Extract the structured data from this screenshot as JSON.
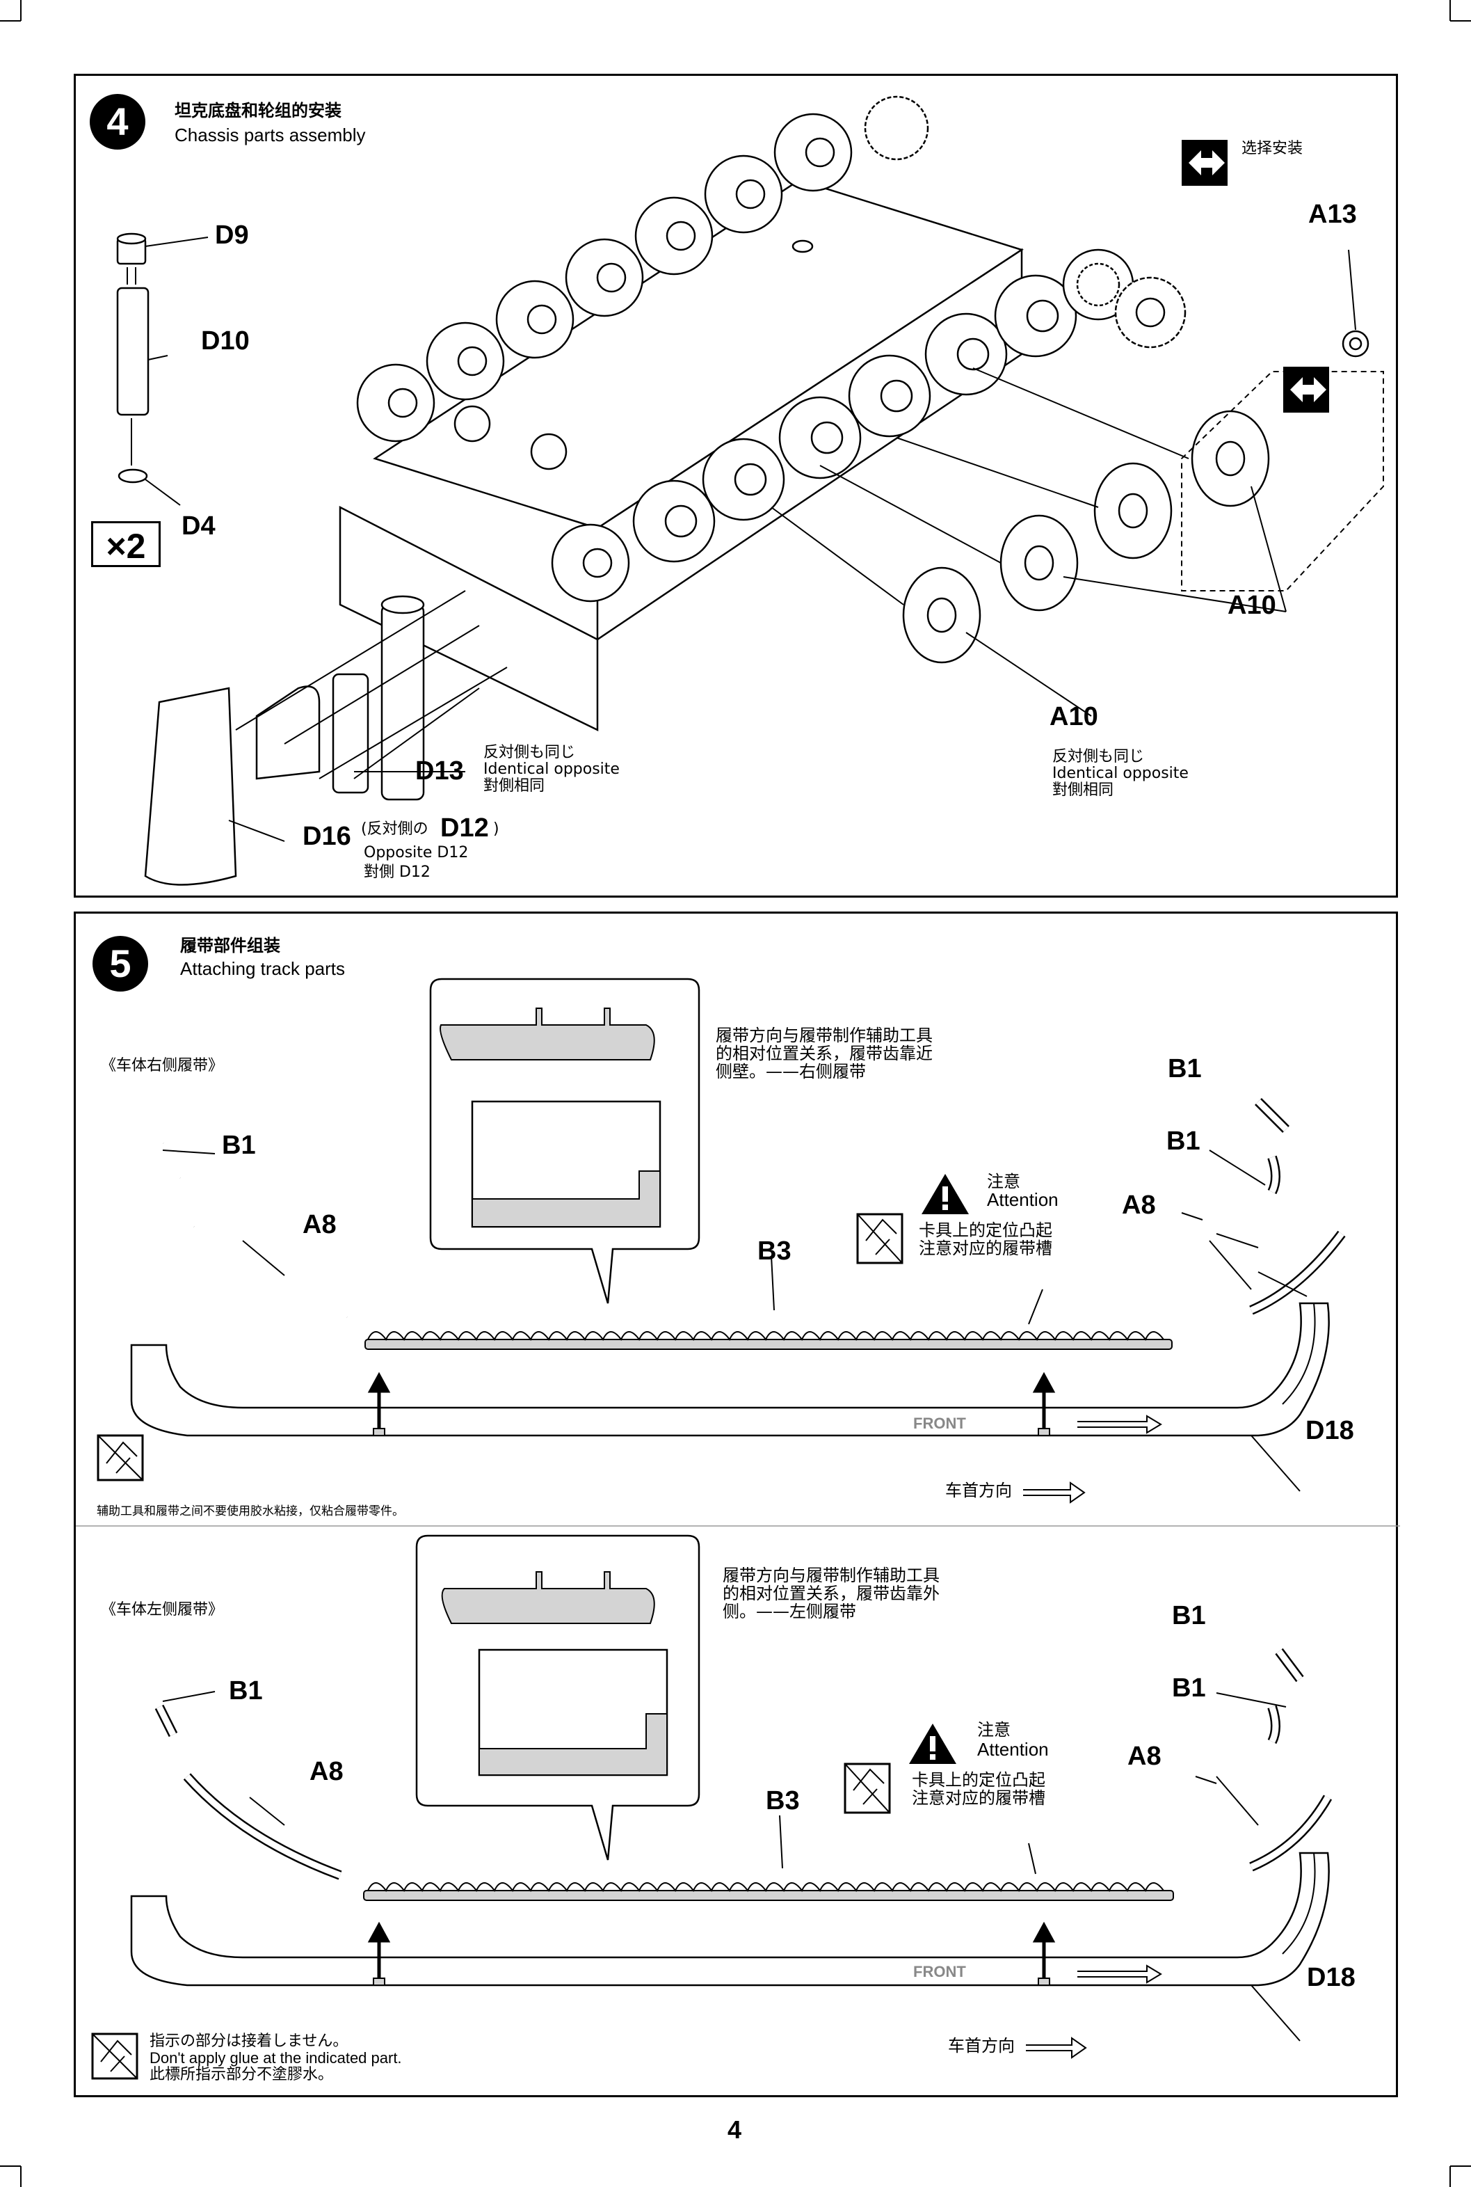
{
  "page_number": "4",
  "step4": {
    "number": "4",
    "title_cn": "坦克底盘和轮组的安装",
    "title_en": "Chassis parts assembly",
    "select_label": "选择安装",
    "labels": {
      "d9": "D9",
      "d10": "D10",
      "d4": "D4",
      "x2": "×2",
      "a13": "A13",
      "a10_upper": "A10",
      "a10_lower": "A10",
      "d13": "D13",
      "d16": "D16",
      "d12": "D12"
    },
    "d13_note": [
      "反対側も同じ",
      "Identical opposite",
      "對側相同"
    ],
    "a10_note": [
      "反対側も同じ",
      "Identical opposite",
      "對側相同"
    ],
    "d16_note_prefix": "(反対側の",
    "d16_note_suffix": ")",
    "d16_note_lines": [
      "Opposite D12",
      "對側 D12"
    ]
  },
  "step5": {
    "number": "5",
    "title_cn": "履带部件组装",
    "title_en": "Attaching track parts",
    "right": {
      "side_label": "《车体右侧履带》",
      "note": [
        "履带方向与履带制作辅助工具",
        "的相对位置关系，履带齿靠近",
        "侧壁。——右侧履带"
      ],
      "attention_cn": "注意",
      "attention_en": "Attention",
      "attention_note": [
        "卡具上的定位凸起",
        "注意对应的履带槽"
      ],
      "labels": {
        "b1_left": "B1",
        "a8_left": "A8",
        "b3": "B3",
        "b1_r1": "B1",
        "b1_r2": "B1",
        "a8_right": "A8",
        "d18": "D18"
      },
      "front": "FRONT",
      "direction": "车首方向",
      "glue_note": "辅助工具和履带之间不要使用胶水粘接，仅粘合履带零件。"
    },
    "left": {
      "side_label": "《车体左侧履带》",
      "note": [
        "履带方向与履带制作辅助工具",
        "的相对位置关系，履带齿靠外",
        "侧。——左侧履带"
      ],
      "attention_cn": "注意",
      "attention_en": "Attention",
      "attention_note": [
        "卡具上的定位凸起",
        "注意对应的履带槽"
      ],
      "labels": {
        "b1_left": "B1",
        "a8_left": "A8",
        "b3": "B3",
        "b1_r1": "B1",
        "b1_r2": "B1",
        "a8_right": "A8",
        "d18": "D18"
      },
      "front": "FRONT",
      "direction": "车首方向",
      "glue_note": [
        "指示の部分は接着しません。",
        "Don't apply glue at the indicated part.",
        "此標所指示部分不塗膠水。"
      ]
    }
  }
}
